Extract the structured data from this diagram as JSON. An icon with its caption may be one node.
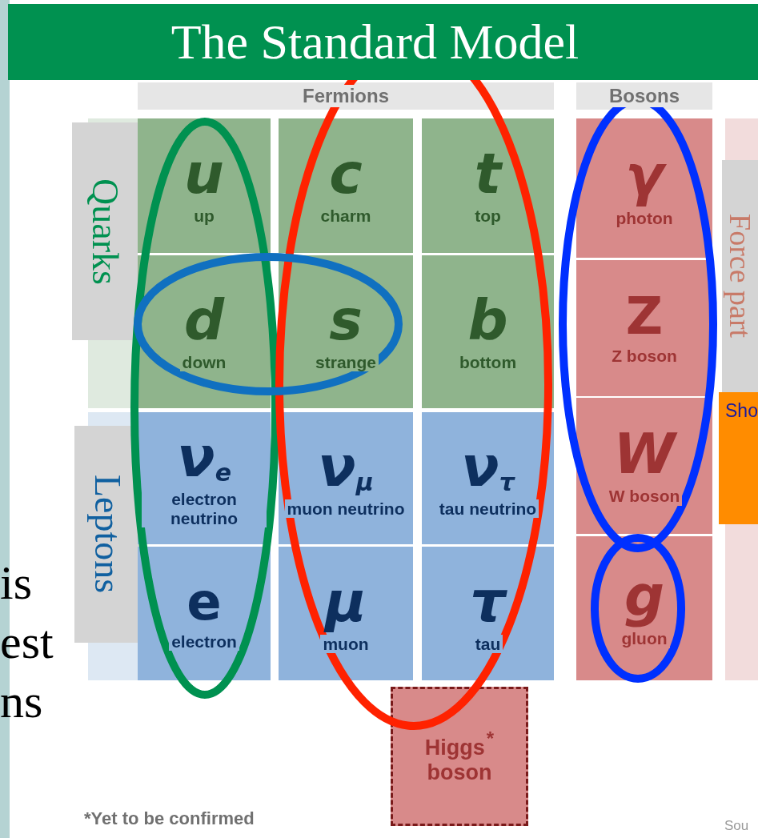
{
  "diagram": {
    "title": "The Standard Model",
    "nodes": [
      {
        "text": [
          "Fermions"
        ]
      },
      {
        "text": [
          "Bosons"
        ]
      },
      {
        "text": [
          "Quarks"
        ]
      },
      {
        "text": [
          "u",
          "up"
        ]
      },
      {
        "text": [
          "c",
          "charm"
        ]
      },
      {
        "text": [
          "t",
          "top"
        ]
      },
      {
        "text": [
          "γ",
          "photon"
        ]
      },
      {
        "text": [
          "Force part"
        ]
      },
      {
        "text": [
          "d",
          "down"
        ]
      },
      {
        "text": [
          "s",
          "strange"
        ]
      },
      {
        "text": [
          "b",
          "bottom"
        ]
      },
      {
        "text": [
          "Z",
          "Z boson"
        ]
      },
      {
        "text": [
          "Leptons"
        ]
      },
      {
        "text": [
          "ν$_{e}$",
          "electron neutrino"
        ]
      },
      {
        "text": [
          "ν$_{μ}$",
          "muon neutrino"
        ]
      },
      {
        "text": [
          "ν$_{τ}$",
          "tau neutrino"
        ]
      },
      {
        "text": [
          "W",
          "W boson"
        ]
      },
      {
        "text": [
          "Sho"
        ]
      },
      {
        "text": [
          "e",
          "electron"
        ]
      },
      {
        "text": [
          "μ",
          "muon"
        ]
      },
      {
        "text": [
          "τ",
          "tau"
        ]
      },
      {
        "text": [
          "g",
          "gluon"
        ]
      },
      {
        "text": [
          "Higgs$^{*}$ boson"
        ]
      }
    ],
    "labels": [
      "is",
      "est",
      "ns",
      "*Yet to be confirmed",
      "Sou"
    ]
  }
}
